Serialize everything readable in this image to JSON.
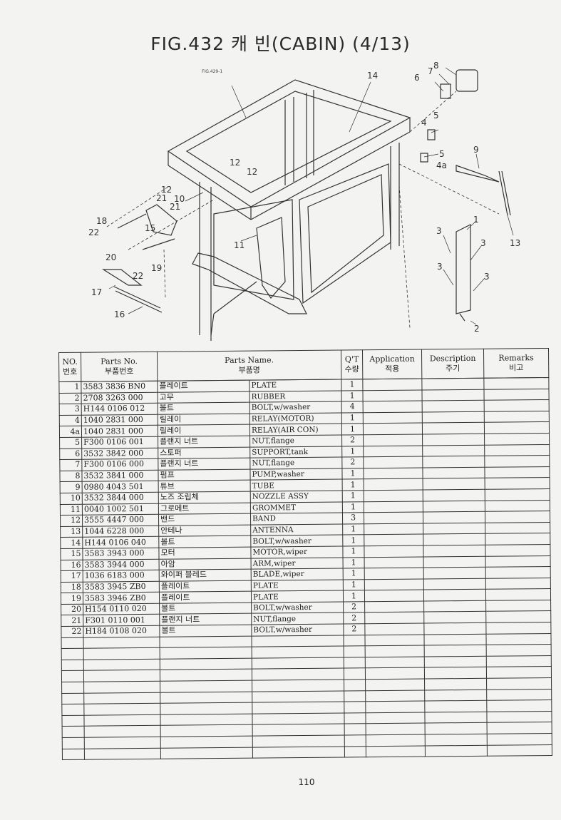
{
  "title": "FIG.432  캐 빈(CABIN) (4/13)",
  "page_number": "110",
  "figure": {
    "ref_label": "FIG.429-1",
    "callouts": {
      "c1": "1",
      "c2": "2",
      "c3a": "3",
      "c3b": "3",
      "c3c": "3",
      "c3d": "3",
      "c4": "4",
      "c4a": "4a",
      "c5a": "5",
      "c5b": "5",
      "c6": "6",
      "c7": "7",
      "c8": "8",
      "c9": "9",
      "c10": "10",
      "c11": "11",
      "c12a": "12",
      "c12b": "12",
      "c12c": "12",
      "c13": "13",
      "c14": "14",
      "c15": "15",
      "c16": "16",
      "c17": "17",
      "c18": "18",
      "c19": "19",
      "c20": "20",
      "c21a": "21",
      "c21b": "21",
      "c22a": "22",
      "c22b": "22"
    }
  },
  "table": {
    "headers": {
      "no_en": "NO.",
      "no_kr": "번호",
      "pn_en": "Parts No.",
      "pn_kr": "부품번호",
      "name_en": "Parts Name.",
      "name_kr": "부품명",
      "qt_en": "Q'T",
      "qt_kr": "수량",
      "app_en": "Application",
      "app_kr": "적용",
      "desc_en": "Description",
      "desc_kr": "주기",
      "rem_en": "Remarks",
      "rem_kr": "비고"
    },
    "rows": [
      {
        "no": "1",
        "pn": "3583 3836 BN0",
        "kr": "플레이트",
        "en": "PLATE",
        "qt": "1"
      },
      {
        "no": "2",
        "pn": "2708 3263 000",
        "kr": "고무",
        "en": "RUBBER",
        "qt": "1"
      },
      {
        "no": "3",
        "pn": "H144 0106 012",
        "kr": "볼트",
        "en": "BOLT,w/washer",
        "qt": "4"
      },
      {
        "no": "4",
        "pn": "1040 2831 000",
        "kr": "릴레이",
        "en": "RELAY(MOTOR)",
        "qt": "1"
      },
      {
        "no": "4a",
        "pn": "1040 2831 000",
        "kr": "릴레이",
        "en": "RELAY(AIR CON)",
        "qt": "1"
      },
      {
        "no": "5",
        "pn": "F300 0106 001",
        "kr": "플랜지 너트",
        "en": "NUT,flange",
        "qt": "2"
      },
      {
        "no": "6",
        "pn": "3532 3842 000",
        "kr": "스토퍼",
        "en": "SUPPORT,tank",
        "qt": "1"
      },
      {
        "no": "7",
        "pn": "F300 0106 000",
        "kr": "플랜지 너트",
        "en": "NUT,flange",
        "qt": "2"
      },
      {
        "no": "8",
        "pn": "3532 3841 000",
        "kr": "펌프",
        "en": "PUMP,washer",
        "qt": "1"
      },
      {
        "no": "9",
        "pn": "0980 4043 501",
        "kr": "튜브",
        "en": "TUBE",
        "qt": "1"
      },
      {
        "no": "10",
        "pn": "3532 3844 000",
        "kr": "노즈 조립체",
        "en": "NOZZLE ASSY",
        "qt": "1"
      },
      {
        "no": "11",
        "pn": "0040 1002 501",
        "kr": "그로메트",
        "en": "GROMMET",
        "qt": "1"
      },
      {
        "no": "12",
        "pn": "3555 4447 000",
        "kr": "밴드",
        "en": "BAND",
        "qt": "3"
      },
      {
        "no": "13",
        "pn": "1044 6228 000",
        "kr": "안테나",
        "en": "ANTENNA",
        "qt": "1"
      },
      {
        "no": "14",
        "pn": "H144 0106 040",
        "kr": "볼트",
        "en": "BOLT,w/washer",
        "qt": "1"
      },
      {
        "no": "15",
        "pn": "3583 3943 000",
        "kr": "모터",
        "en": "MOTOR,wiper",
        "qt": "1"
      },
      {
        "no": "16",
        "pn": "3583 3944 000",
        "kr": "아암",
        "en": "ARM,wiper",
        "qt": "1"
      },
      {
        "no": "17",
        "pn": "1036 6183 000",
        "kr": "와이퍼 블레드",
        "en": "BLADE,wiper",
        "qt": "1"
      },
      {
        "no": "18",
        "pn": "3583 3945 ZB0",
        "kr": "플레이트",
        "en": "PLATE",
        "qt": "1"
      },
      {
        "no": "19",
        "pn": "3583 3946 ZB0",
        "kr": "플레이트",
        "en": "PLATE",
        "qt": "1"
      },
      {
        "no": "20",
        "pn": "H154 0110 020",
        "kr": "볼트",
        "en": "BOLT,w/washer",
        "qt": "2"
      },
      {
        "no": "21",
        "pn": "F301 0110 001",
        "kr": "플랜지 너트",
        "en": "NUT,flange",
        "qt": "2"
      },
      {
        "no": "22",
        "pn": "H184 0108 020",
        "kr": "볼트",
        "en": "BOLT,w/washer",
        "qt": "2"
      }
    ],
    "empty_rows": 11
  }
}
